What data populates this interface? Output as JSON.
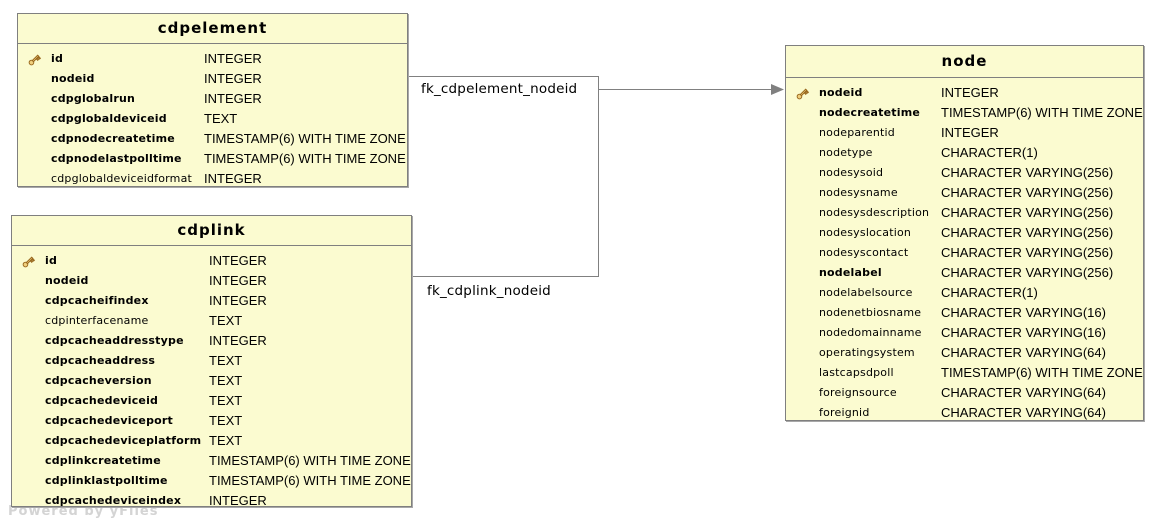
{
  "watermark": "Powered by yFiles",
  "colors": {
    "table_fill": "#fbfbd0",
    "table_border": "#7f7f7f",
    "relation_line": "#808080",
    "key_icon_fill": "#f0cf7d",
    "key_icon_stroke": "#97661c",
    "text": "#000000",
    "background": "#ffffff"
  },
  "tables": [
    {
      "title": "cdpelement",
      "columns": [
        {
          "name": "id",
          "type": "INTEGER",
          "key": true,
          "bold": true
        },
        {
          "name": "nodeid",
          "type": "INTEGER",
          "key": false,
          "bold": true
        },
        {
          "name": "cdpglobalrun",
          "type": "INTEGER",
          "key": false,
          "bold": true
        },
        {
          "name": "cdpglobaldeviceid",
          "type": "TEXT",
          "key": false,
          "bold": true
        },
        {
          "name": "cdpnodecreatetime",
          "type": "TIMESTAMP(6) WITH TIME ZONE",
          "key": false,
          "bold": true
        },
        {
          "name": "cdpnodelastpolltime",
          "type": "TIMESTAMP(6) WITH TIME ZONE",
          "key": false,
          "bold": true
        },
        {
          "name": "cdpglobaldeviceidformat",
          "type": "INTEGER",
          "key": false,
          "bold": false
        }
      ]
    },
    {
      "title": "cdplink",
      "columns": [
        {
          "name": "id",
          "type": "INTEGER",
          "key": true,
          "bold": true
        },
        {
          "name": "nodeid",
          "type": "INTEGER",
          "key": false,
          "bold": true
        },
        {
          "name": "cdpcacheifindex",
          "type": "INTEGER",
          "key": false,
          "bold": true
        },
        {
          "name": "cdpinterfacename",
          "type": "TEXT",
          "key": false,
          "bold": false
        },
        {
          "name": "cdpcacheaddresstype",
          "type": "INTEGER",
          "key": false,
          "bold": true
        },
        {
          "name": "cdpcacheaddress",
          "type": "TEXT",
          "key": false,
          "bold": true
        },
        {
          "name": "cdpcacheversion",
          "type": "TEXT",
          "key": false,
          "bold": true
        },
        {
          "name": "cdpcachedeviceid",
          "type": "TEXT",
          "key": false,
          "bold": true
        },
        {
          "name": "cdpcachedeviceport",
          "type": "TEXT",
          "key": false,
          "bold": true
        },
        {
          "name": "cdpcachedeviceplatform",
          "type": "TEXT",
          "key": false,
          "bold": true
        },
        {
          "name": "cdplinkcreatetime",
          "type": "TIMESTAMP(6) WITH TIME ZONE",
          "key": false,
          "bold": true
        },
        {
          "name": "cdplinklastpolltime",
          "type": "TIMESTAMP(6) WITH TIME ZONE",
          "key": false,
          "bold": true
        },
        {
          "name": "cdpcachedeviceindex",
          "type": "INTEGER",
          "key": false,
          "bold": true
        }
      ]
    },
    {
      "title": "node",
      "columns": [
        {
          "name": "nodeid",
          "type": "INTEGER",
          "key": true,
          "bold": true
        },
        {
          "name": "nodecreatetime",
          "type": "TIMESTAMP(6) WITH TIME ZONE",
          "key": false,
          "bold": true
        },
        {
          "name": "nodeparentid",
          "type": "INTEGER",
          "key": false,
          "bold": false
        },
        {
          "name": "nodetype",
          "type": "CHARACTER(1)",
          "key": false,
          "bold": false
        },
        {
          "name": "nodesysoid",
          "type": "CHARACTER VARYING(256)",
          "key": false,
          "bold": false
        },
        {
          "name": "nodesysname",
          "type": "CHARACTER VARYING(256)",
          "key": false,
          "bold": false
        },
        {
          "name": "nodesysdescription",
          "type": "CHARACTER VARYING(256)",
          "key": false,
          "bold": false
        },
        {
          "name": "nodesyslocation",
          "type": "CHARACTER VARYING(256)",
          "key": false,
          "bold": false
        },
        {
          "name": "nodesyscontact",
          "type": "CHARACTER VARYING(256)",
          "key": false,
          "bold": false
        },
        {
          "name": "nodelabel",
          "type": "CHARACTER VARYING(256)",
          "key": false,
          "bold": true
        },
        {
          "name": "nodelabelsource",
          "type": "CHARACTER(1)",
          "key": false,
          "bold": false
        },
        {
          "name": "nodenetbiosname",
          "type": "CHARACTER VARYING(16)",
          "key": false,
          "bold": false
        },
        {
          "name": "nodedomainname",
          "type": "CHARACTER VARYING(16)",
          "key": false,
          "bold": false
        },
        {
          "name": "operatingsystem",
          "type": "CHARACTER VARYING(64)",
          "key": false,
          "bold": false
        },
        {
          "name": "lastcapsdpoll",
          "type": "TIMESTAMP(6) WITH TIME ZONE",
          "key": false,
          "bold": false
        },
        {
          "name": "foreignsource",
          "type": "CHARACTER VARYING(64)",
          "key": false,
          "bold": false
        },
        {
          "name": "foreignid",
          "type": "CHARACTER VARYING(64)",
          "key": false,
          "bold": false
        }
      ]
    }
  ],
  "relations": [
    {
      "label": "fk_cdpelement_nodeid",
      "from": "cdpelement",
      "to": "node"
    },
    {
      "label": "fk_cdplink_nodeid",
      "from": "cdplink",
      "to": "node"
    }
  ]
}
